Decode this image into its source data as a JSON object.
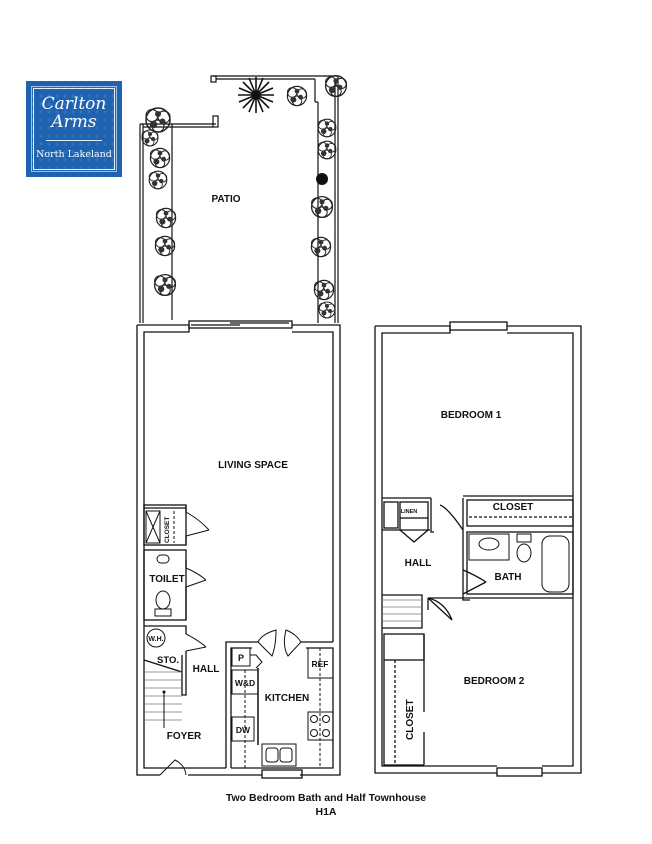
{
  "logo": {
    "name_line1": "Carlton",
    "name_line2": "Arms",
    "location": "North Lakeland",
    "color": "#1f63b0"
  },
  "floorplan": {
    "first_floor": {
      "rooms": {
        "patio": "PATIO",
        "living_space": "LIVING SPACE",
        "closet": "CLOSET",
        "toilet": "TOILET",
        "water_heater": "W.H.",
        "storage": "STO.",
        "hall": "HALL",
        "foyer": "FOYER",
        "kitchen": "KITCHEN",
        "pantry": "P",
        "washer_dryer": "W&D",
        "refrigerator": "REF",
        "dishwasher": "DW"
      }
    },
    "second_floor": {
      "rooms": {
        "bedroom1": "BEDROOM 1",
        "closet_top": "CLOSET",
        "linen": "LINEN",
        "hall": "HALL",
        "bath": "BATH",
        "bedroom2": "BEDROOM 2",
        "closet_side": "CLOSET"
      }
    }
  },
  "caption": {
    "title": "Two Bedroom Bath and Half Townhouse",
    "unit_code": "H1A"
  }
}
